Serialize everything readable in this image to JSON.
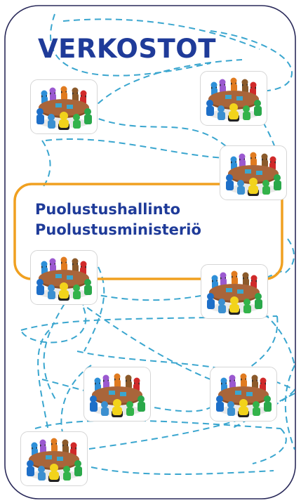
{
  "title": "VERKOSTOT",
  "organization": {
    "line1": "Puolustushallinto",
    "line2": "Puolustusministeriö"
  },
  "colors": {
    "title_text": "#1f3b99",
    "frame_border": "#2a2a5a",
    "highlight_border": "#f0a020",
    "network_lines": "#3aa6cf",
    "table": "#8a4e2a"
  },
  "meeting_icon": "round-table-meeting-icon"
}
